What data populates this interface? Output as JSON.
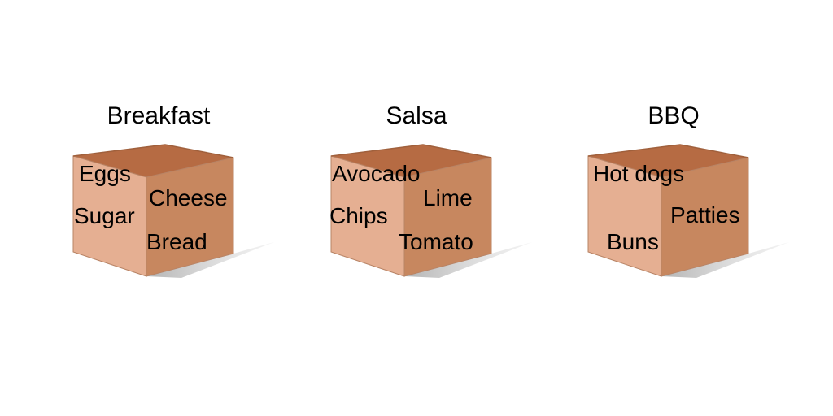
{
  "boxes": [
    {
      "title": "Breakfast",
      "items": [
        "Eggs",
        "Cheese",
        "Sugar",
        "Bread"
      ]
    },
    {
      "title": "Salsa",
      "items": [
        "Avocado",
        "Lime",
        "Chips",
        "Tomato"
      ]
    },
    {
      "title": "BBQ",
      "items": [
        "Hot dogs",
        "Patties",
        "Buns"
      ]
    }
  ],
  "colors": {
    "front_face": "#e5af92",
    "right_face": "#c7875f",
    "back_inner": "#b66b43",
    "top_rim": "#d08f6a",
    "shadow": "#c8c8c8",
    "edge": "#b88466"
  }
}
